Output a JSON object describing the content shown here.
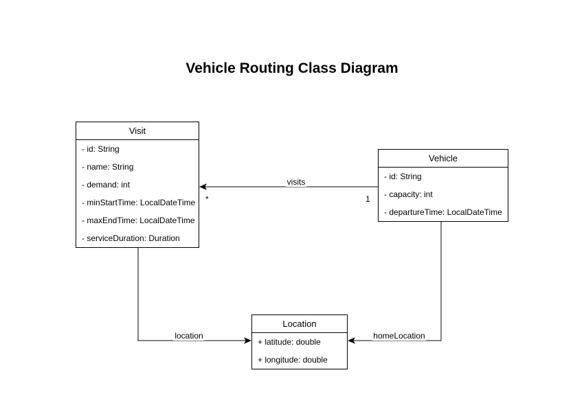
{
  "title": "Vehicle Routing Class Diagram",
  "classes": {
    "visit": {
      "name": "Visit",
      "attributes": [
        "- id: String",
        "- name: String",
        "- demand: int",
        "- minStartTime: LocalDateTime",
        "- maxEndTime: LocalDateTime",
        "- serviceDuration: Duration"
      ]
    },
    "vehicle": {
      "name": "Vehicle",
      "attributes": [
        "- id: String",
        "- capacity: int",
        "- departureTime: LocalDateTime"
      ]
    },
    "location": {
      "name": "Location",
      "attributes": [
        "+ latitude: double",
        "+ longitude: double"
      ]
    }
  },
  "relationships": {
    "vehicle_visits": {
      "label": "visits",
      "from": "Vehicle",
      "to": "Visit",
      "from_multiplicity": "1",
      "to_multiplicity": "*"
    },
    "visit_location": {
      "label": "location",
      "from": "Visit",
      "to": "Location"
    },
    "vehicle_home_location": {
      "label": "homeLocation",
      "from": "Vehicle",
      "to": "Location"
    }
  },
  "colors": {
    "stroke": "#000000",
    "text": "#000000",
    "shape_fill": "#ffffff",
    "background": "#ffffff"
  }
}
